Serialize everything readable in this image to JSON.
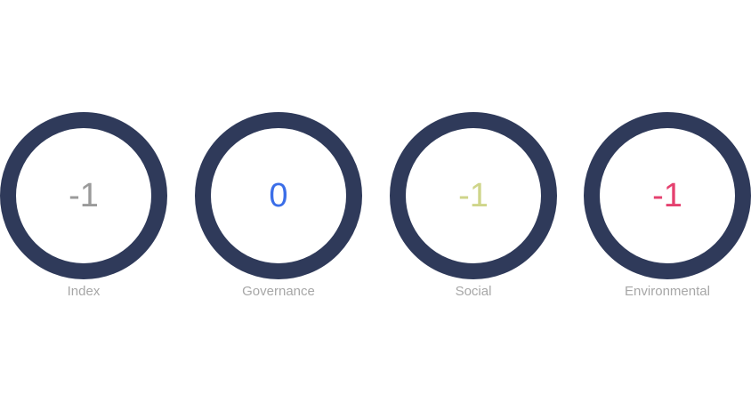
{
  "colors": {
    "ring": "#2f3a5a",
    "label": "#a7a7a7"
  },
  "gauges": [
    {
      "label": "Index",
      "value": "-1",
      "color": "#9a9a9a"
    },
    {
      "label": "Governance",
      "value": "0",
      "color": "#3b6ee8"
    },
    {
      "label": "Social",
      "value": "-1",
      "color": "#cfd58a"
    },
    {
      "label": "Environmental",
      "value": "-1",
      "color": "#e5416f"
    }
  ]
}
